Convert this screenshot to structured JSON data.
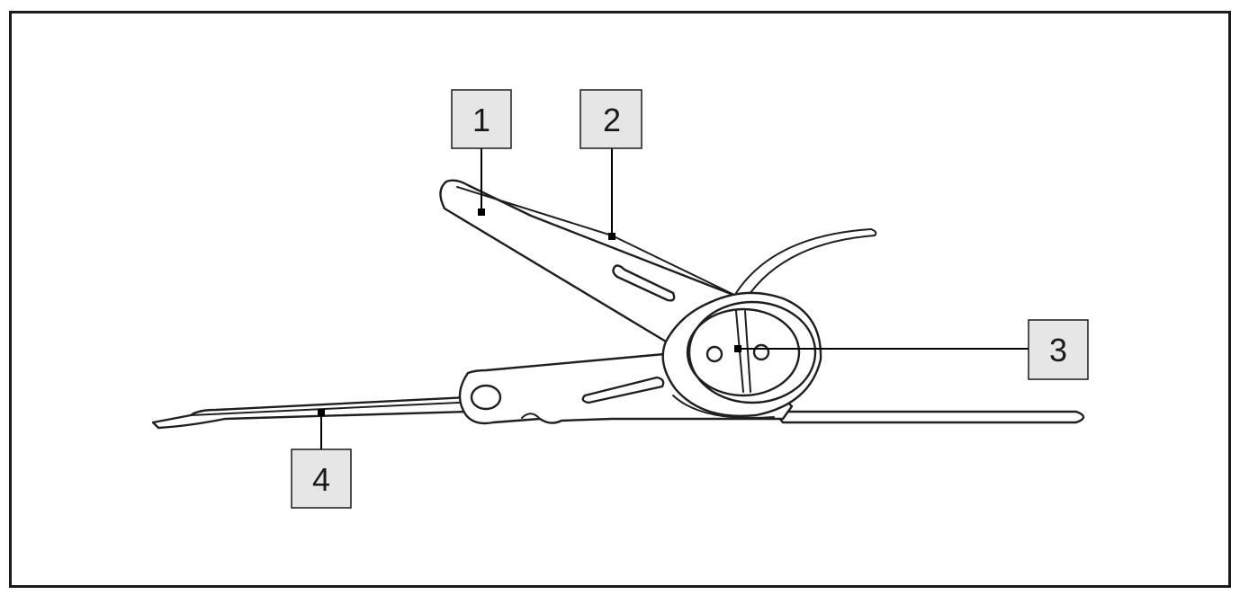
{
  "diagram": {
    "subject": "ratchet-buckle",
    "colors": {
      "line": "#1f1f1f",
      "label_fill": "#e6e6e6",
      "frame": "#1a1a1a"
    },
    "callouts": [
      {
        "label": "1"
      },
      {
        "label": "2"
      },
      {
        "label": "3"
      },
      {
        "label": "4"
      }
    ]
  }
}
